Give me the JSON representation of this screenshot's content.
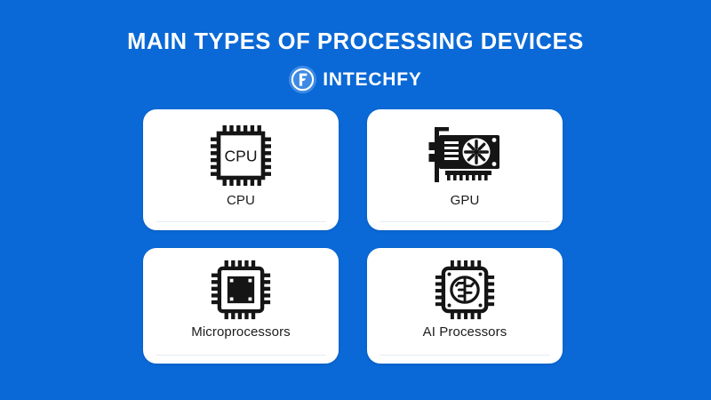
{
  "theme": {
    "background_color": "#0a69d6",
    "card_color": "#ffffff",
    "title_color": "#ffffff",
    "label_color": "#1c1c1c",
    "badge_color": "#3d8ae4",
    "rule_color": "#e3ecf5"
  },
  "header": {
    "title": "MAIN TYPES OF PROCESSING DEVICES",
    "brand_name": "INTECHFY",
    "brand_icon": "intechfy-f-logo-icon"
  },
  "cards": [
    {
      "label": "CPU",
      "icon": "cpu-chip-icon",
      "icon_text": "CPU"
    },
    {
      "label": "GPU",
      "icon": "graphics-card-icon",
      "icon_text": ""
    },
    {
      "label": "Microprocessors",
      "icon": "microprocessor-chip-icon",
      "icon_text": ""
    },
    {
      "label": "AI Processors",
      "icon": "ai-brain-chip-icon",
      "icon_text": ""
    }
  ]
}
